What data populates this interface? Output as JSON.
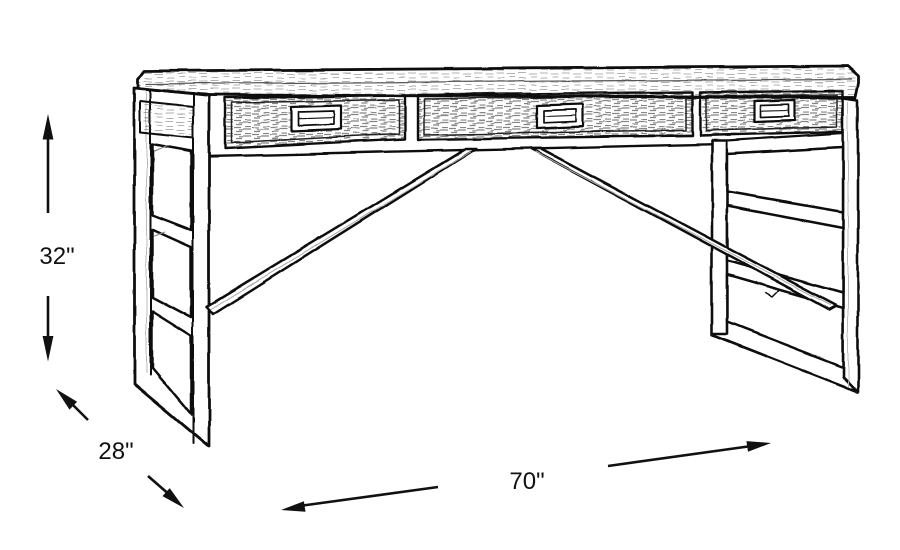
{
  "page": {
    "background": "#ffffff",
    "ink": "#111111"
  },
  "diagram": {
    "kind": "furniture dimension sketch",
    "subject": "three-drawer desk with ladder legs",
    "dimensions": {
      "height": {
        "label": "32\""
      },
      "depth": {
        "label": "28\""
      },
      "width": {
        "label": "70\""
      }
    },
    "parts": {
      "desk_top": "desk-top",
      "drawers": [
        "drawer-left",
        "drawer-middle",
        "drawer-right"
      ],
      "handles": [
        "handle-left",
        "handle-middle",
        "handle-right"
      ],
      "legs": [
        "leg-left",
        "leg-right"
      ],
      "braces": [
        "brace-left",
        "brace-right"
      ]
    }
  }
}
